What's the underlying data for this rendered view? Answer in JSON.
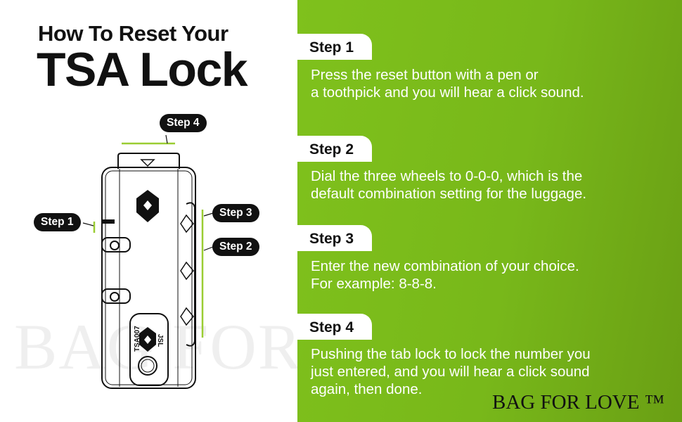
{
  "title": {
    "line1": "How To Reset Your",
    "line2": "TSA Lock"
  },
  "diagram": {
    "labels": [
      "Step 1",
      "Step 2",
      "Step 3",
      "Step 4"
    ],
    "lock_text": {
      "model": "TSA007",
      "brand": "JSL"
    }
  },
  "steps": [
    {
      "label": "Step 1",
      "text": [
        "Press the reset button with a pen or",
        "a toothpick and you will hear a click sound."
      ]
    },
    {
      "label": "Step 2",
      "text": [
        "Dial the three wheels to 0-0-0, which is the",
        "default combination setting for the luggage."
      ]
    },
    {
      "label": "Step 3",
      "text": [
        "Enter the new combination of your choice.",
        "For example: 8-8-8."
      ]
    },
    {
      "label": "Step 4",
      "text": [
        "Pushing the tab lock to lock the number you",
        "just entered, and you will hear a click sound",
        "again, then done."
      ]
    }
  ],
  "brand": {
    "logo": "BAG FOR LOVE ™",
    "watermark": "BAG FOR LOVE ™"
  },
  "colors": {
    "accent": "#7cbd1b",
    "callout_line": "#9acd32"
  }
}
